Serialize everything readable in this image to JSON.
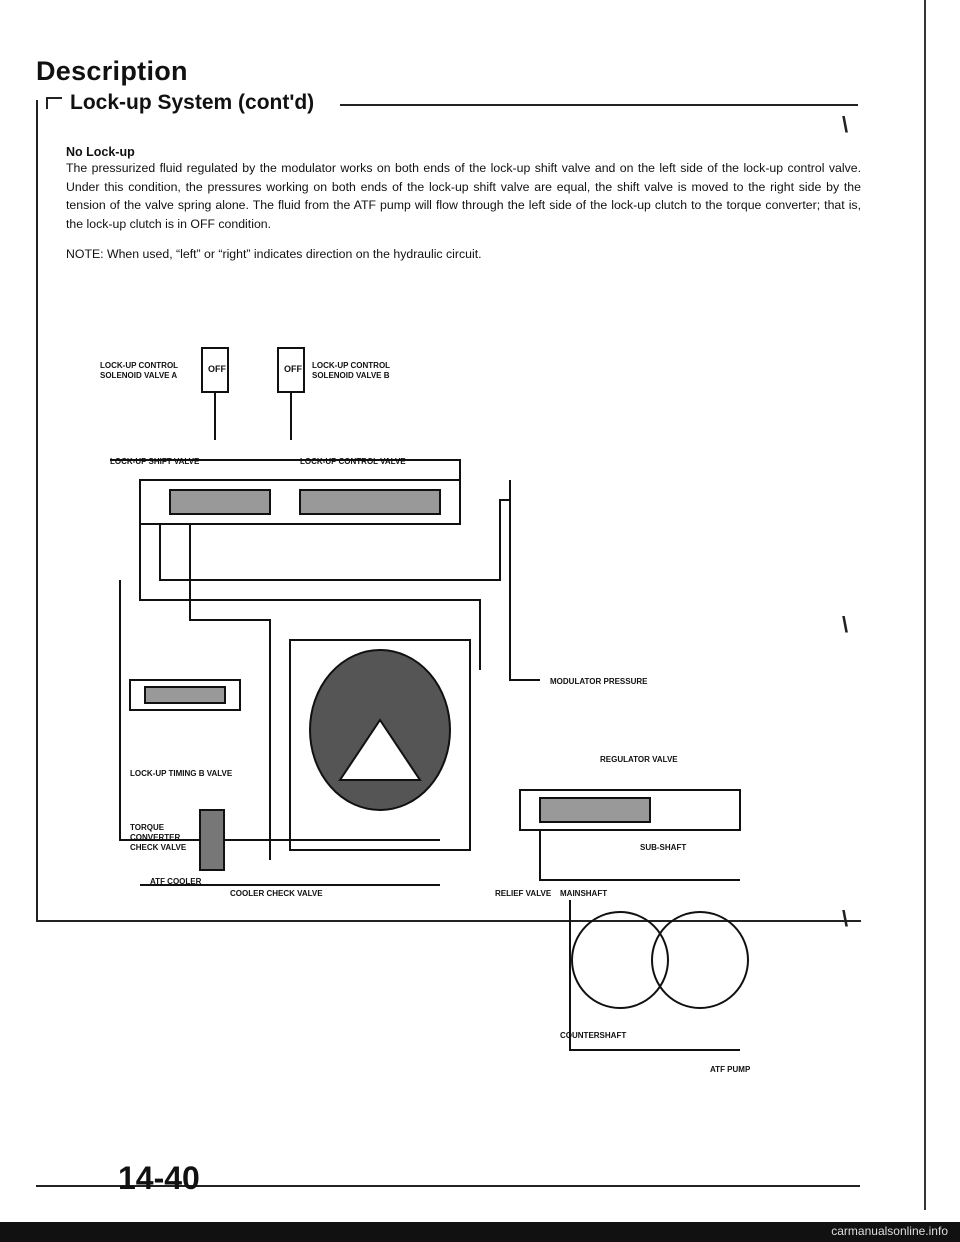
{
  "header": {
    "title": "Description",
    "section": "Lock-up System (cont'd)"
  },
  "content": {
    "heading": "No Lock-up",
    "paragraph": "The pressurized fluid regulated by the modulator works on both ends of the lock-up shift valve and on the left side of the lock-up control valve. Under this condition, the pressures working on both ends of the lock-up shift valve are equal, the shift valve is moved to the right side by the tension of the valve spring alone. The fluid from the ATF pump will flow through the left side of the lock-up clutch to the torque converter; that is, the lock-up clutch is in OFF condition.",
    "note": "NOTE: When used, “left” or “right” indicates direction on the hydraulic circuit."
  },
  "diagram": {
    "labels": {
      "solenoid_a": "LOCK-UP CONTROL SOLENOID VALVE A",
      "solenoid_b": "LOCK-UP CONTROL SOLENOID VALVE B",
      "off": "OFF",
      "shift_valve": "LOCK-UP SHIFT VALVE",
      "control_valve": "LOCK-UP CONTROL VALVE",
      "modulator_pressure": "MODULATOR PRESSURE",
      "regulator_valve": "REGULATOR VALVE",
      "timing_b_valve": "LOCK-UP TIMING B VALVE",
      "torque_converter_check_valve": "TORQUE CONVERTER CHECK VALVE",
      "sub_shaft": "SUB-SHAFT",
      "atf_cooler": "ATF COOLER",
      "cooler_check_valve": "COOLER CHECK VALVE",
      "relief_valve": "RELIEF VALVE",
      "mainshaft": "MAINSHAFT",
      "countershaft": "COUNTERSHAFT",
      "atf_pump": "ATF PUMP"
    }
  },
  "footer": {
    "page_number": "14-40",
    "watermark": "carmanualsonline.info"
  }
}
